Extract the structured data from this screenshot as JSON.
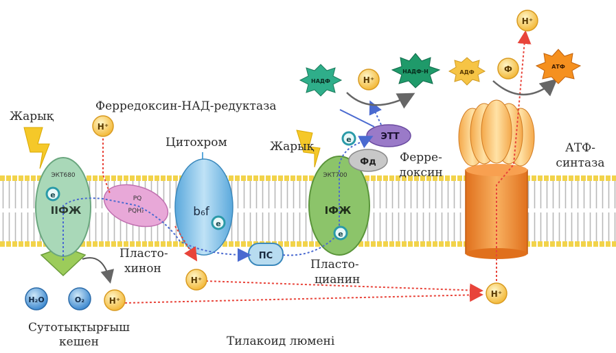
{
  "labels": {
    "light_left": "Жарық",
    "light_right": "Жарық",
    "ferredoxin_nad_reductase": "Ферредоксин-НАД-редуктаза",
    "cytochrome": "Цитохром",
    "atp_synthase_1": "АТФ-",
    "atp_synthase_2": "синтаза",
    "ferredoxin_1": "Ферре-",
    "ferredoxin_2": "доксин",
    "plastoquinone_1": "Пласто-",
    "plastoquinone_2": "хинон",
    "plastocyanin_1": "Пласто-",
    "plastocyanin_2": "цианин",
    "water_complex_1": "Сутотықтырғыш",
    "water_complex_2": "кешен",
    "lumen": "Тилакоид люмені"
  },
  "tags": {
    "p680": "ЭКТ680",
    "psii": "IIФЖ",
    "p700": "ЭКТ700",
    "psi": "IФЖ",
    "pq": "PQ",
    "pqh2": "PQH₂",
    "b6f": "b₆f",
    "pc": "ПС",
    "fd": "Фд",
    "ett": "ЭТТ",
    "electron": "e",
    "proton": "H⁺",
    "water": "H₂O",
    "oxygen": "O₂",
    "nadp": "НАДФ",
    "nadph": "НАДФ·Н",
    "adp": "АДФ",
    "phosphate": "Ф",
    "atp": "АТФ"
  },
  "colors": {
    "membrane_head": "#f2d34a",
    "membrane_tail": "#b8b8b8",
    "psii": "#a9d8b8",
    "psi": "#8cc46a",
    "pq": "#e8a8d8",
    "cytochrome": "#7fc0e6",
    "plastocyanin": "#b8dcf0",
    "atp_synthase": "#f08a2a",
    "proton": "#f6c445",
    "electron_ring": "#2a9aa8",
    "proton_arrow": "#e8443a",
    "electron_arrow": "#4a6ad0",
    "label_text": "#2a2a2a"
  }
}
